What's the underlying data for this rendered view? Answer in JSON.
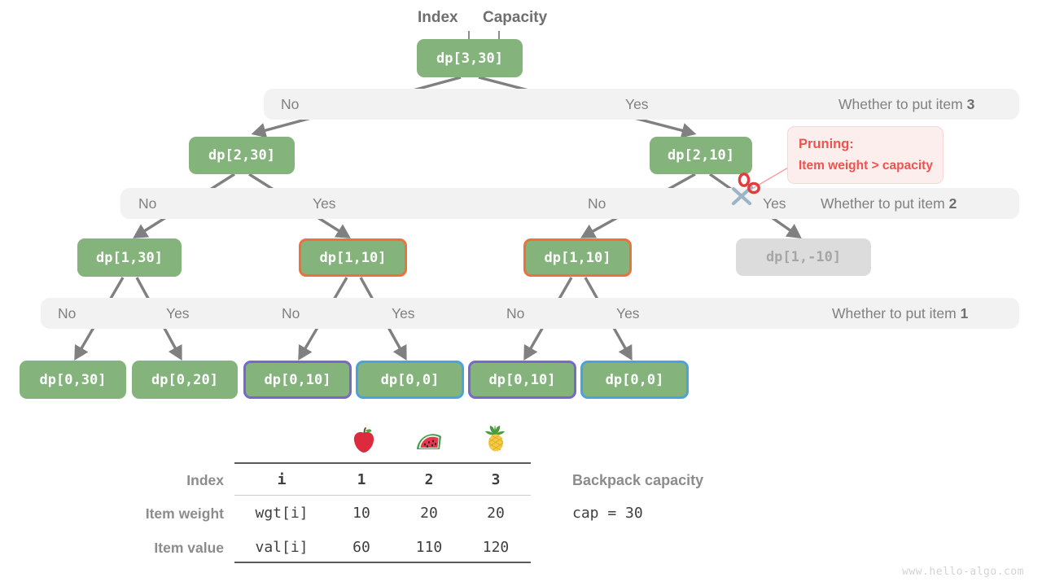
{
  "annotations": {
    "index_label": "Index",
    "capacity_label": "Capacity"
  },
  "pruning": {
    "title": "Pruning",
    "colon": ":",
    "reason": "Item weight > capacity",
    "color": "#ef5350",
    "bg": "#fdeeee",
    "scissors_icon": "scissors-icon"
  },
  "tree": {
    "root": {
      "label": "dp[3,30]",
      "style": "green"
    },
    "level2": [
      {
        "label": "dp[2,30]",
        "style": "green"
      },
      {
        "label": "dp[2,10]",
        "style": "green"
      }
    ],
    "level3": [
      {
        "label": "dp[1,30]",
        "style": "green"
      },
      {
        "label": "dp[1,10]",
        "style": "green-ring-orange"
      },
      {
        "label": "dp[1,10]",
        "style": "green-ring-orange"
      },
      {
        "label": "dp[1,-10]",
        "style": "ghost"
      }
    ],
    "leaves": [
      {
        "label": "dp[0,30]",
        "style": "green"
      },
      {
        "label": "dp[0,20]",
        "style": "green"
      },
      {
        "label": "dp[0,10]",
        "style": "green-ring-purple"
      },
      {
        "label": "dp[0,0]",
        "style": "green-ring-blue"
      },
      {
        "label": "dp[0,10]",
        "style": "green-ring-purple"
      },
      {
        "label": "dp[0,0]",
        "style": "green-ring-blue"
      }
    ]
  },
  "bands": [
    {
      "right_text_prefix": "Whether to put item ",
      "right_text_item": "3",
      "choices": [
        "No",
        "Yes"
      ]
    },
    {
      "right_text_prefix": "Whether to put item ",
      "right_text_item": "2",
      "choices": [
        "No",
        "Yes",
        "No",
        "Yes"
      ]
    },
    {
      "right_text_prefix": "Whether to put item ",
      "right_text_item": "1",
      "choices": [
        "No",
        "Yes",
        "No",
        "Yes",
        "No",
        "Yes"
      ]
    }
  ],
  "table": {
    "fruits": [
      "apple-icon",
      "watermelon-icon",
      "pineapple-icon"
    ],
    "row_labels": [
      "Index",
      "Item weight",
      "Item value"
    ],
    "rows": [
      {
        "name": "i",
        "values": [
          "1",
          "2",
          "3"
        ]
      },
      {
        "name": "wgt[i]",
        "values": [
          "10",
          "20",
          "20"
        ]
      },
      {
        "name": "val[i]",
        "values": [
          "60",
          "110",
          "120"
        ]
      }
    ]
  },
  "capacity": {
    "title": "Backpack capacity",
    "code": "cap = 30"
  },
  "watermark": "www.hello-algo.com",
  "colors": {
    "node_green": "#84b47c",
    "ring_orange": "#f0703c",
    "ring_purple": "#7668cf",
    "ring_blue": "#4da2de",
    "ghost_bg": "#dcdcdc",
    "band_bg": "#f2f2f2",
    "edge": "#808080"
  }
}
